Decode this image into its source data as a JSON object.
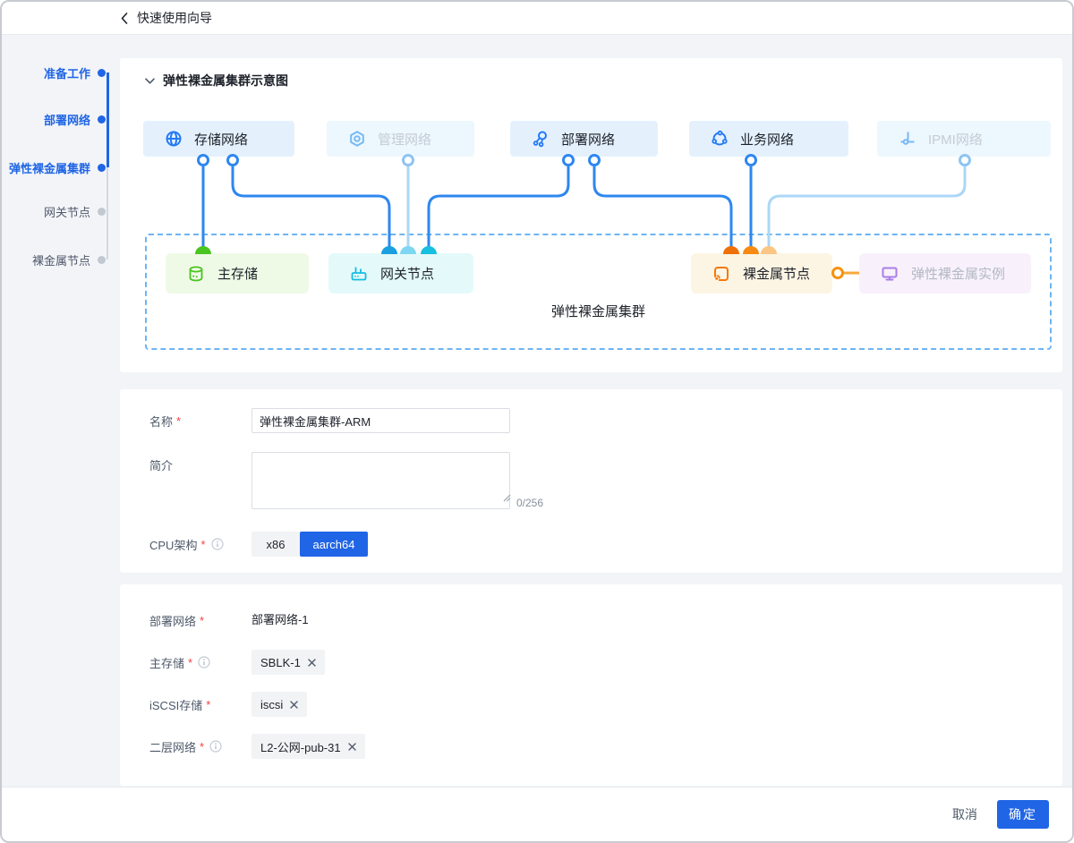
{
  "colors": {
    "accent": "#2065e5",
    "wire_blue": "#2e87f0",
    "wire_light": "#abd7f7",
    "dashed_border": "#6db4f2",
    "cap_green": "#49c420",
    "cap_blue": "#1a9fe0",
    "cap_light_cyan": "#7ed7f0",
    "cap_cyan": "#16bfdf",
    "cap_dark_orange": "#ef7009",
    "cap_orange": "#f78a12",
    "cap_light_orange": "#fbc584"
  },
  "topbar": {
    "title": "快速使用向导"
  },
  "steps": [
    {
      "label": "准备工作",
      "state": "done"
    },
    {
      "label": "部署网络",
      "state": "done"
    },
    {
      "label": "弹性裸金属集群",
      "state": "current"
    },
    {
      "label": "网关节点",
      "state": "pending"
    },
    {
      "label": "裸金属节点",
      "state": "pending"
    }
  ],
  "diagram": {
    "section_title": "弹性裸金属集群示意图",
    "cluster_label": "弹性裸金属集群",
    "networks": [
      {
        "label": "存储网络",
        "icon": "globe-icon",
        "state": "active"
      },
      {
        "label": "管理网络",
        "icon": "hexagon-gear-icon",
        "state": "disabled"
      },
      {
        "label": "部署网络",
        "icon": "cluster-nodes-icon",
        "state": "active"
      },
      {
        "label": "业务网络",
        "icon": "ring-nodes-icon",
        "state": "active"
      },
      {
        "label": "IPMI网络",
        "icon": "probe-icon",
        "state": "disabled"
      }
    ],
    "nodes": [
      {
        "label": "主存储",
        "icon": "database-icon",
        "theme": "green"
      },
      {
        "label": "网关节点",
        "icon": "router-icon",
        "theme": "cyan"
      },
      {
        "label": "裸金属节点",
        "icon": "rss-icon",
        "theme": "orange"
      },
      {
        "label": "弹性裸金属实例",
        "icon": "monitor-icon",
        "theme": "purple"
      }
    ]
  },
  "form_basic": {
    "required_marker": "*",
    "name_label": "名称",
    "name_value": "弹性裸金属集群-ARM",
    "intro_label": "简介",
    "intro_value": "",
    "intro_counter": "0/256",
    "cpu_label": "CPU架构",
    "cpu_options": [
      {
        "label": "x86",
        "selected": false
      },
      {
        "label": "aarch64",
        "selected": true
      }
    ]
  },
  "form_network": {
    "deploy_label": "部署网络",
    "deploy_value": "部署网络-1",
    "primary_storage_label": "主存储",
    "primary_storage_tag": "SBLK-1",
    "iscsi_label": "iSCSI存储",
    "iscsi_tag": "iscsi",
    "l2_label": "二层网络",
    "l2_tag": "L2-公网-pub-31"
  },
  "footer": {
    "cancel_label": "取消",
    "confirm_label": "确定"
  }
}
